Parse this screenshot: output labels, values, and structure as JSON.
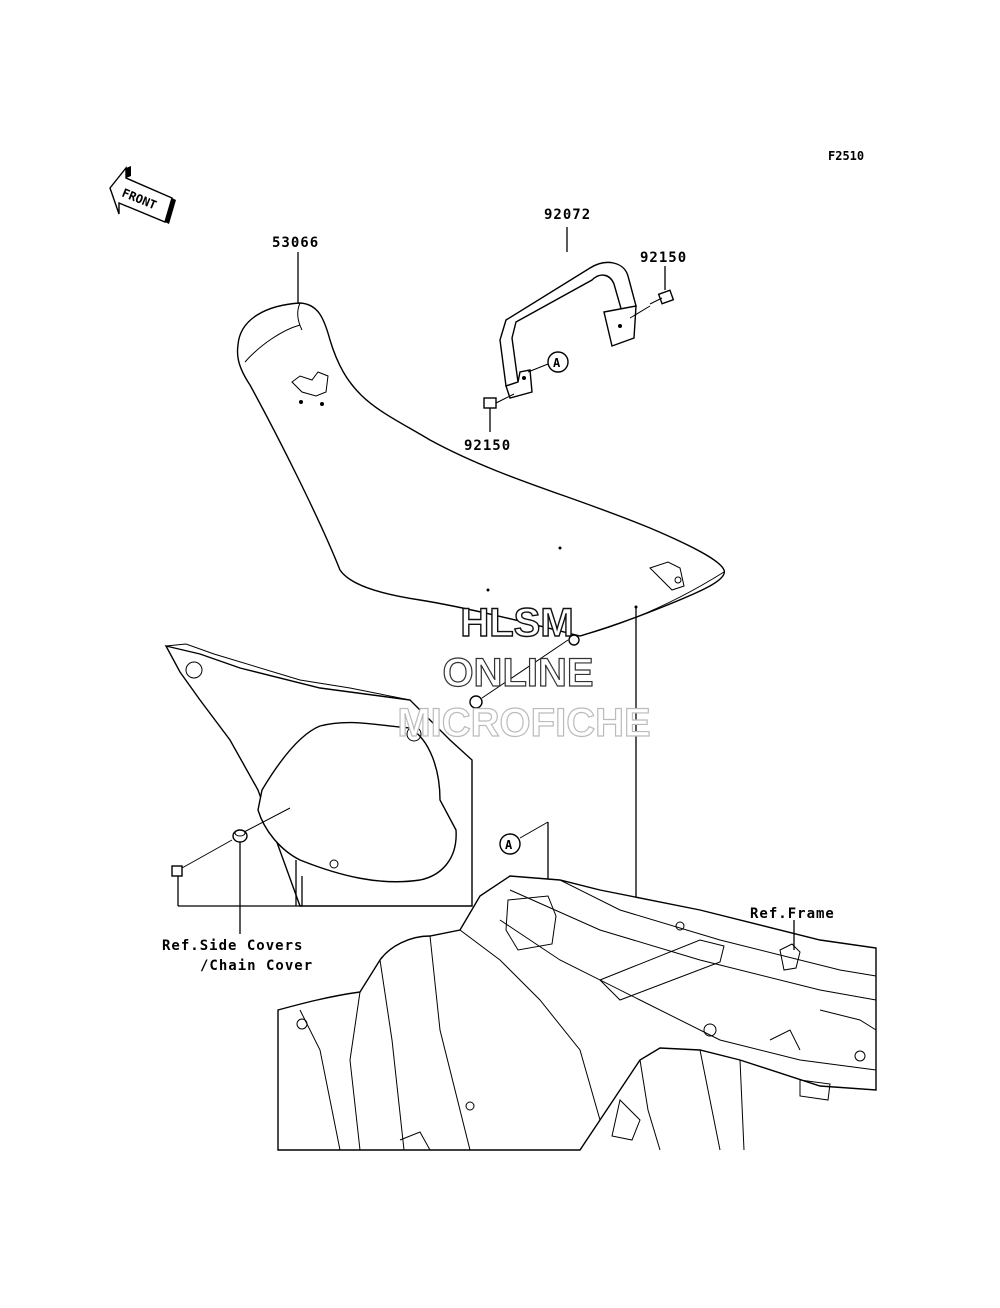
{
  "figure_code": "F2510",
  "front_arrow_text": "FRONT",
  "parts": {
    "seat": "53066",
    "grab_bar": "92072",
    "bolt_right": "92150",
    "bolt_left": "92150"
  },
  "markers": {
    "a_top": "A",
    "a_bottom": "A"
  },
  "refs": {
    "side_covers_line1": "Ref.Side Covers",
    "side_covers_line2": "/Chain Cover",
    "frame": "Ref.Frame"
  },
  "watermark": {
    "line1": "HLSM",
    "line2": "ONLINE",
    "line3": "MICROFICHE"
  }
}
